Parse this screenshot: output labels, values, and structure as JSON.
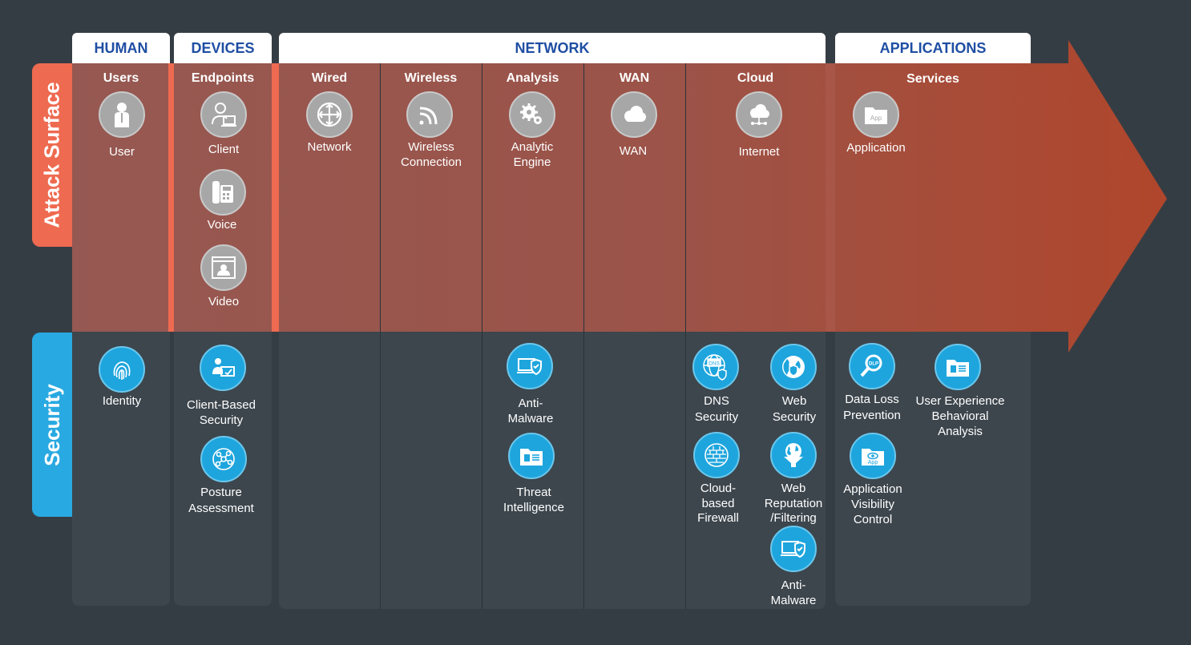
{
  "groups": {
    "human": "HUMAN",
    "devices": "DEVICES",
    "network": "NETWORK",
    "applications": "APPLICATIONS"
  },
  "side_labels": {
    "attack_surface": "Attack Surface",
    "security": "Security"
  },
  "columns": {
    "users": "Users",
    "endpoints": "Endpoints",
    "wired": "Wired",
    "wireless": "Wireless",
    "analysis": "Analysis",
    "wan": "WAN",
    "cloud": "Cloud",
    "services": "Services"
  },
  "attack_items": {
    "user": "User",
    "client": "Client",
    "voice": "Voice",
    "video": "Video",
    "network": "Network",
    "wireless_1": "Wireless",
    "wireless_2": "Connection",
    "analytic_1": "Analytic",
    "analytic_2": "Engine",
    "wan": "WAN",
    "internet": "Internet",
    "application": "Application",
    "app_badge": "App"
  },
  "security_items": {
    "identity": "Identity",
    "client_security_1": "Client-Based",
    "client_security_2": "Security",
    "posture_1": "Posture",
    "posture_2": "Assessment",
    "anti_malware_1": "Anti-",
    "anti_malware_2": "Malware",
    "threat_1": "Threat",
    "threat_2": "Intelligence",
    "dns_1": "DNS",
    "dns_2": "Security",
    "dns_badge": "DNS",
    "web_sec_1": "Web",
    "web_sec_2": "Security",
    "firewall_1": "Cloud-",
    "firewall_2": "based",
    "firewall_3": "Firewall",
    "web_rep_1": "Web",
    "web_rep_2": "Reputation",
    "web_rep_3": "/Filtering",
    "cloud_malware_1": "Anti-",
    "cloud_malware_2": "Malware",
    "dlp_1": "Data Loss",
    "dlp_2": "Prevention",
    "dlp_badge": "DLP",
    "uxba_1": "User Experience",
    "uxba_2": "Behavioral",
    "uxba_3": "Analysis",
    "avc_1": "Application",
    "avc_2": "Visibility",
    "avc_3": "Control",
    "avc_badge": "App"
  },
  "colors": {
    "background": "#353d44",
    "panel": "#3d464d",
    "header_text": "#1f4ea3",
    "attack_red": "#ee6a50",
    "security_blue": "#29a9e1",
    "icon_gray": "#a7a7a7",
    "icon_blue": "#1ea5dd"
  }
}
